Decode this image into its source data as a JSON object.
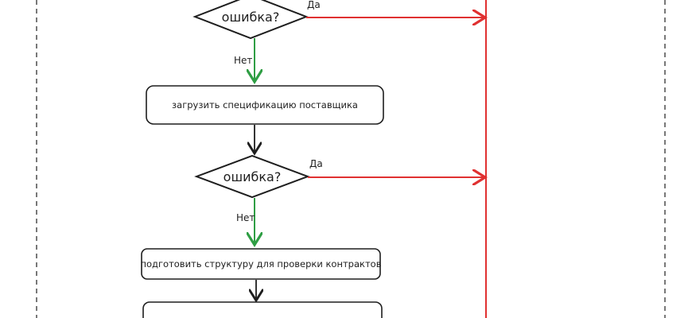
{
  "diagram": {
    "decision1": {
      "label": "ошибка?",
      "yes": "Да",
      "no": "Нет"
    },
    "step1": {
      "label": "загрузить спецификацию поставщика"
    },
    "decision2": {
      "label": "ошибка?",
      "yes": "Да",
      "no": "Нет"
    },
    "step2": {
      "label": "подготовить структуру для проверки контрактов"
    },
    "step3": {
      "label": ""
    }
  },
  "colors": {
    "error_path": "#e03131",
    "ok_path": "#2f9e44",
    "stroke": "#1e1e1e"
  }
}
